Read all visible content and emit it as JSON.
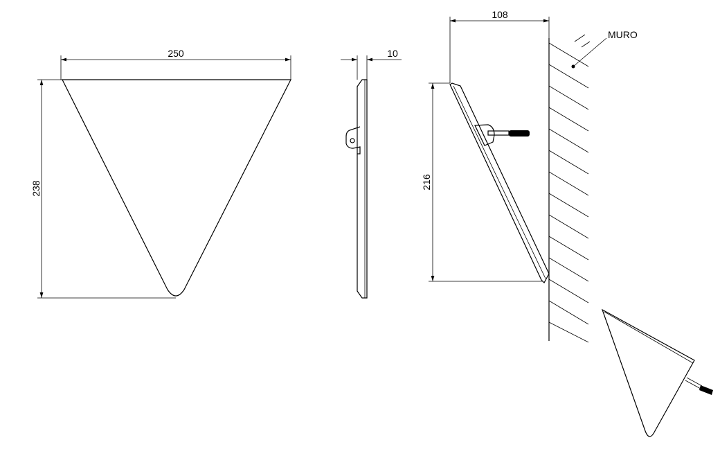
{
  "drawing": {
    "front_view": {
      "width_label": "250",
      "height_label": "238"
    },
    "side_view": {
      "thickness_label": "10"
    },
    "section_view": {
      "depth_label": "108",
      "height_label": "216",
      "wall_label": "MURO"
    },
    "colors": {
      "line": "#000000",
      "background": "#ffffff"
    }
  }
}
